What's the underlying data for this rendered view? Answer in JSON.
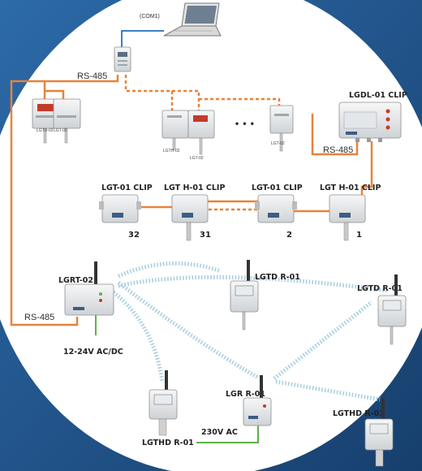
{
  "labels": {
    "com1": "(COM1)",
    "rs485_top": "RS-485",
    "rs485_right": "RS-485",
    "rs485_left": "RS-485",
    "lgtd02": "LGTD-02",
    "lgt02": "LGT-02",
    "lgth02": "LGTH-02",
    "lgt02b": "LGT-02",
    "lgt02c": "LGT-02",
    "dots": "• • •",
    "lgdl01": "LGDL-01 CLIP",
    "clip1": "LGT-01 CLIP",
    "clip2": "LGT H-01 CLIP",
    "clip3": "LGT-01 CLIP",
    "clip4": "LGT H-01 CLIP",
    "n32": "32",
    "n31": "31",
    "n2": "2",
    "n1": "1",
    "lgrt02": "LGRT-02",
    "power1": "12-24V AC/DC",
    "lgtdr1": "LGTD R-01",
    "lgtdr2": "LGTD R-01",
    "lgthdr1": "LGTHD R-01",
    "lgrr01": "LGR R-01",
    "power2": "230V AC",
    "lgthdr2": "LGTHD R-01"
  },
  "colors": {
    "rs485_wire": "#e8823a",
    "usb_wire": "#3f7fbf",
    "power_wire": "#5fb04a",
    "wireless": "#a9cfe0",
    "background_blue": "#1e4f86"
  }
}
